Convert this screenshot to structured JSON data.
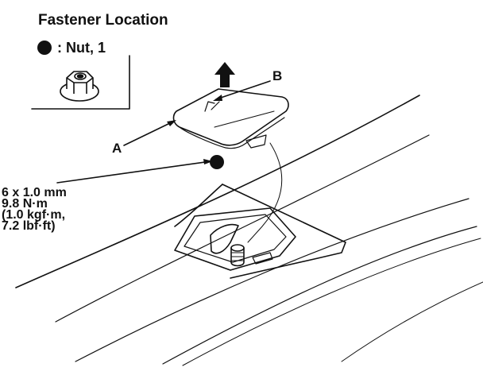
{
  "title": "Fastener Location",
  "legend": {
    "symbol": ":",
    "text": "Nut, 1"
  },
  "callouts": {
    "a": "A",
    "b": "B"
  },
  "spec_lines": [
    "6 x 1.0 mm",
    "9.8 N·m",
    "(1.0 kgf·m,",
    "7.2 lbf·ft)"
  ],
  "colors": {
    "ink": "#111111",
    "background": "#ffffff"
  }
}
